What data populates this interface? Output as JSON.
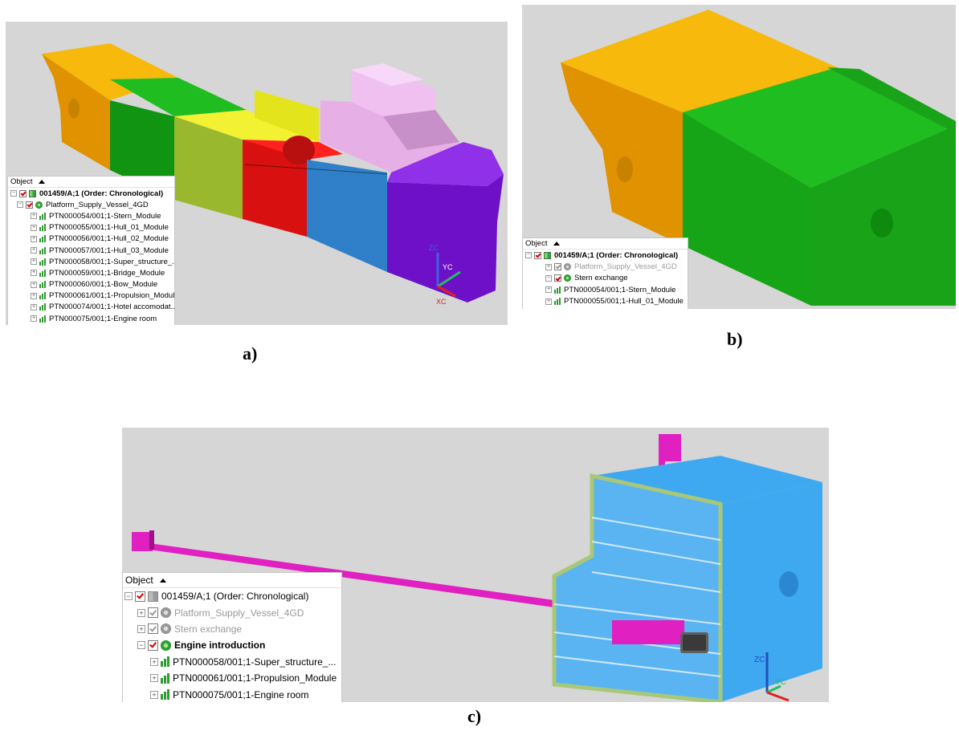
{
  "captions": {
    "a": "a)",
    "b": "b)",
    "c": "c)"
  },
  "panel_a": {
    "tree": {
      "header": "Object",
      "rows": [
        {
          "label": "001459/A;1 (Order: Chronological)",
          "bold": true
        },
        {
          "label": "Platform_Supply_Vessel_4GD"
        },
        {
          "label": "PTN000054/001;1-Stern_Module"
        },
        {
          "label": "PTN000055/001;1-Hull_01_Module"
        },
        {
          "label": "PTN000056/001;1-Hull_02_Module"
        },
        {
          "label": "PTN000057/001;1-Hull_03_Module"
        },
        {
          "label": "PTN000058/001;1-Super_structure_..."
        },
        {
          "label": "PTN000059/001;1-Bridge_Module"
        },
        {
          "label": "PTN000060/001;1-Bow_Module"
        },
        {
          "label": "PTN000061/001;1-Propulsion_Module"
        },
        {
          "label": "PTN000074/001;1-Hotel accomodat..."
        },
        {
          "label": "PTN000075/001;1-Engine room"
        }
      ]
    },
    "axes": {
      "z": "ZC",
      "y": "YC",
      "x": "XC"
    }
  },
  "panel_b": {
    "tree": {
      "header": "Object",
      "rows": [
        {
          "label": "001459/A;1 (Order: Chronological)",
          "bold": true
        },
        {
          "label": "Platform_Supply_Vessel_4GD",
          "grey": true
        },
        {
          "label": "Stern exchange"
        },
        {
          "label": "PTN000054/001;1-Stern_Module"
        },
        {
          "label": "PTN000055/001;1-Hull_01_Module"
        }
      ]
    }
  },
  "panel_c": {
    "tree": {
      "header": "Object",
      "rows": [
        {
          "label": "001459/A;1 (Order: Chronological)"
        },
        {
          "label": "Platform_Supply_Vessel_4GD",
          "grey": true
        },
        {
          "label": "Stern exchange",
          "grey": true
        },
        {
          "label": "Engine introduction",
          "bold": true
        },
        {
          "label": "PTN000058/001;1-Super_structure_..."
        },
        {
          "label": "PTN000061/001;1-Propulsion_Module"
        },
        {
          "label": "PTN000075/001;1-Engine room"
        }
      ]
    },
    "axes": {
      "z": "ZC",
      "y": "YC"
    }
  },
  "colors": {
    "viewport_bg": "#d6d6d6",
    "stern": "#f0a800",
    "hull_green": "#19a319",
    "hull_yellow": "#e8e81a",
    "olive": "#9ab82e",
    "red": "#d81010",
    "blue": "#2f80c8",
    "purple": "#6e10c8",
    "pink": "#e6b0e6",
    "cyan": "#3ea8f0",
    "magenta": "#e020c0",
    "frame": "#a8c878"
  }
}
